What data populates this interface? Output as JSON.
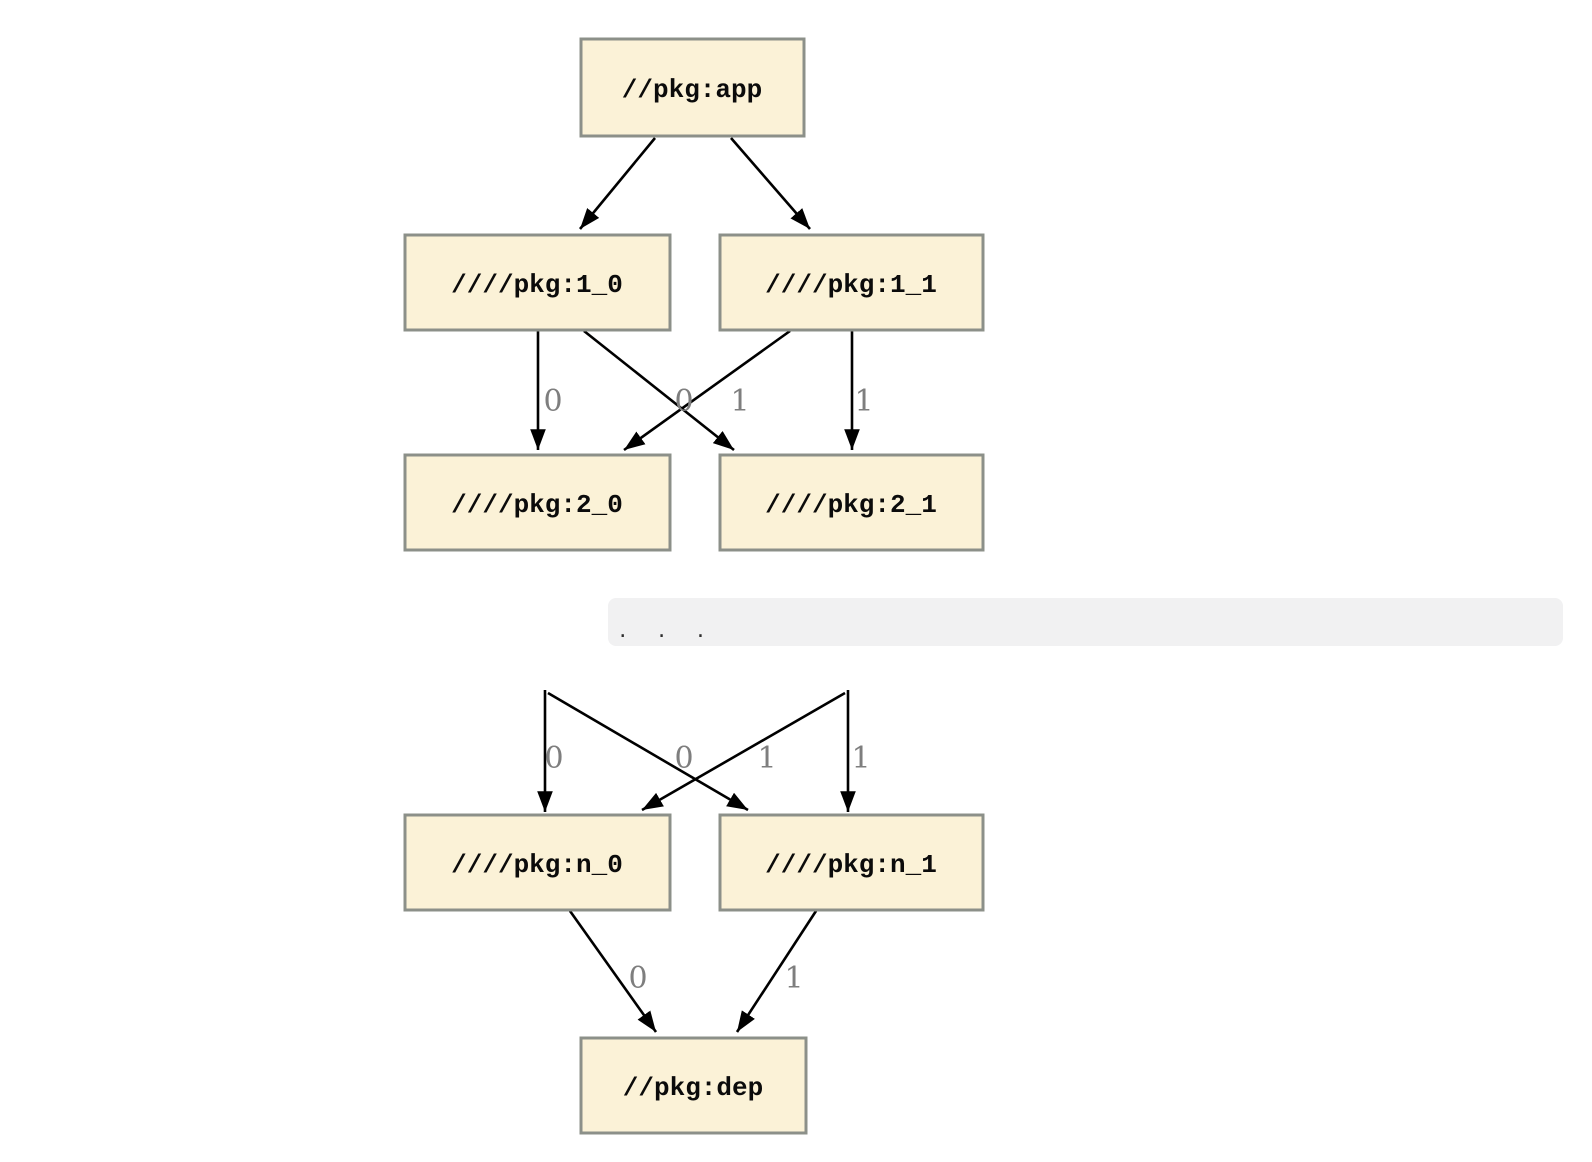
{
  "diagram": {
    "kind": "dependency-graph",
    "background": "#ffffff",
    "nodes": [
      {
        "id": "app",
        "label": "//pkg:app"
      },
      {
        "id": "1_0",
        "label": "////pkg:1_0"
      },
      {
        "id": "1_1",
        "label": "////pkg:1_1"
      },
      {
        "id": "2_0",
        "label": "////pkg:2_0"
      },
      {
        "id": "2_1",
        "label": "////pkg:2_1"
      },
      {
        "id": "n_0",
        "label": "////pkg:n_0"
      },
      {
        "id": "n_1",
        "label": "////pkg:n_1"
      },
      {
        "id": "dep",
        "label": "//pkg:dep"
      }
    ],
    "edges": [
      {
        "from": "//pkg:app",
        "to": "////pkg:1_0",
        "label": ""
      },
      {
        "from": "//pkg:app",
        "to": "////pkg:1_1",
        "label": ""
      },
      {
        "from": "////pkg:1_0",
        "to": "////pkg:2_0",
        "label": "0"
      },
      {
        "from": "////pkg:1_0",
        "to": "////pkg:2_1",
        "label": "1"
      },
      {
        "from": "////pkg:1_1",
        "to": "////pkg:2_0",
        "label": "0"
      },
      {
        "from": "////pkg:1_1",
        "to": "////pkg:2_1",
        "label": "1"
      },
      {
        "from": "...",
        "to": "////pkg:n_0",
        "label": "0"
      },
      {
        "from": "...",
        "to": "////pkg:n_1",
        "label": "1"
      },
      {
        "from": "...",
        "to": "////pkg:n_0",
        "label": "0"
      },
      {
        "from": "...",
        "to": "////pkg:n_1",
        "label": "1"
      },
      {
        "from": "////pkg:n_0",
        "to": "//pkg:dep",
        "label": "0"
      },
      {
        "from": "////pkg:n_1",
        "to": "//pkg:dep",
        "label": "1"
      }
    ],
    "ellipsis": {
      "text": ". . ."
    },
    "colors": {
      "node_fill": "#fbf2d7",
      "node_border": "#8c9089",
      "node_text": "#0b0b0b",
      "edge": "#000000",
      "edge_label": "#7e7e7e",
      "ellipsis_bg": "#f1f1f2",
      "ellipsis_text": "#2e2e2e"
    }
  }
}
